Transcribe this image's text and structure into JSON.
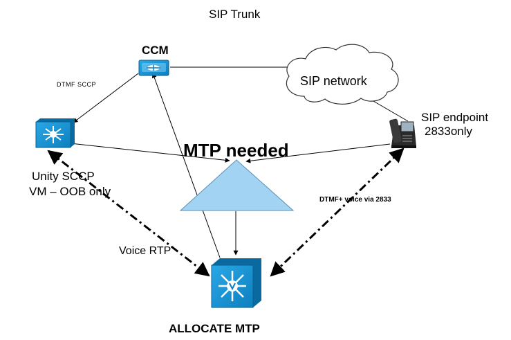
{
  "diagram": {
    "title": "SIP Trunk",
    "ccm_label": "CCM",
    "dtmf_sccp_label": "DTMF SCCP",
    "sip_network_label": "SIP network",
    "sip_endpoint_label": "SIP endpoint",
    "sip_endpoint_sublabel": "2833only",
    "mtp_needed_label": "MTP needed",
    "unity_label": "Unity SCCP",
    "unity_sublabel": "VM – OOB only",
    "dtmf_voice_label": "DTMF+ voice via 2833",
    "voice_rtp_label": "Voice RTP",
    "allocate_mtp_label": "ALLOCATE MTP"
  },
  "colors": {
    "switch_blue": "#1a9ad6",
    "mtp_triangle": "#a3d3f2",
    "cloud_fill": "#ffffff",
    "phone_dark": "#2a2a2a"
  },
  "icons": {
    "ccm": "router-icon",
    "unity": "layer3-switch-icon",
    "mtp": "layer3-switch-icon",
    "endpoint": "ip-phone-icon",
    "network": "cloud-icon"
  }
}
